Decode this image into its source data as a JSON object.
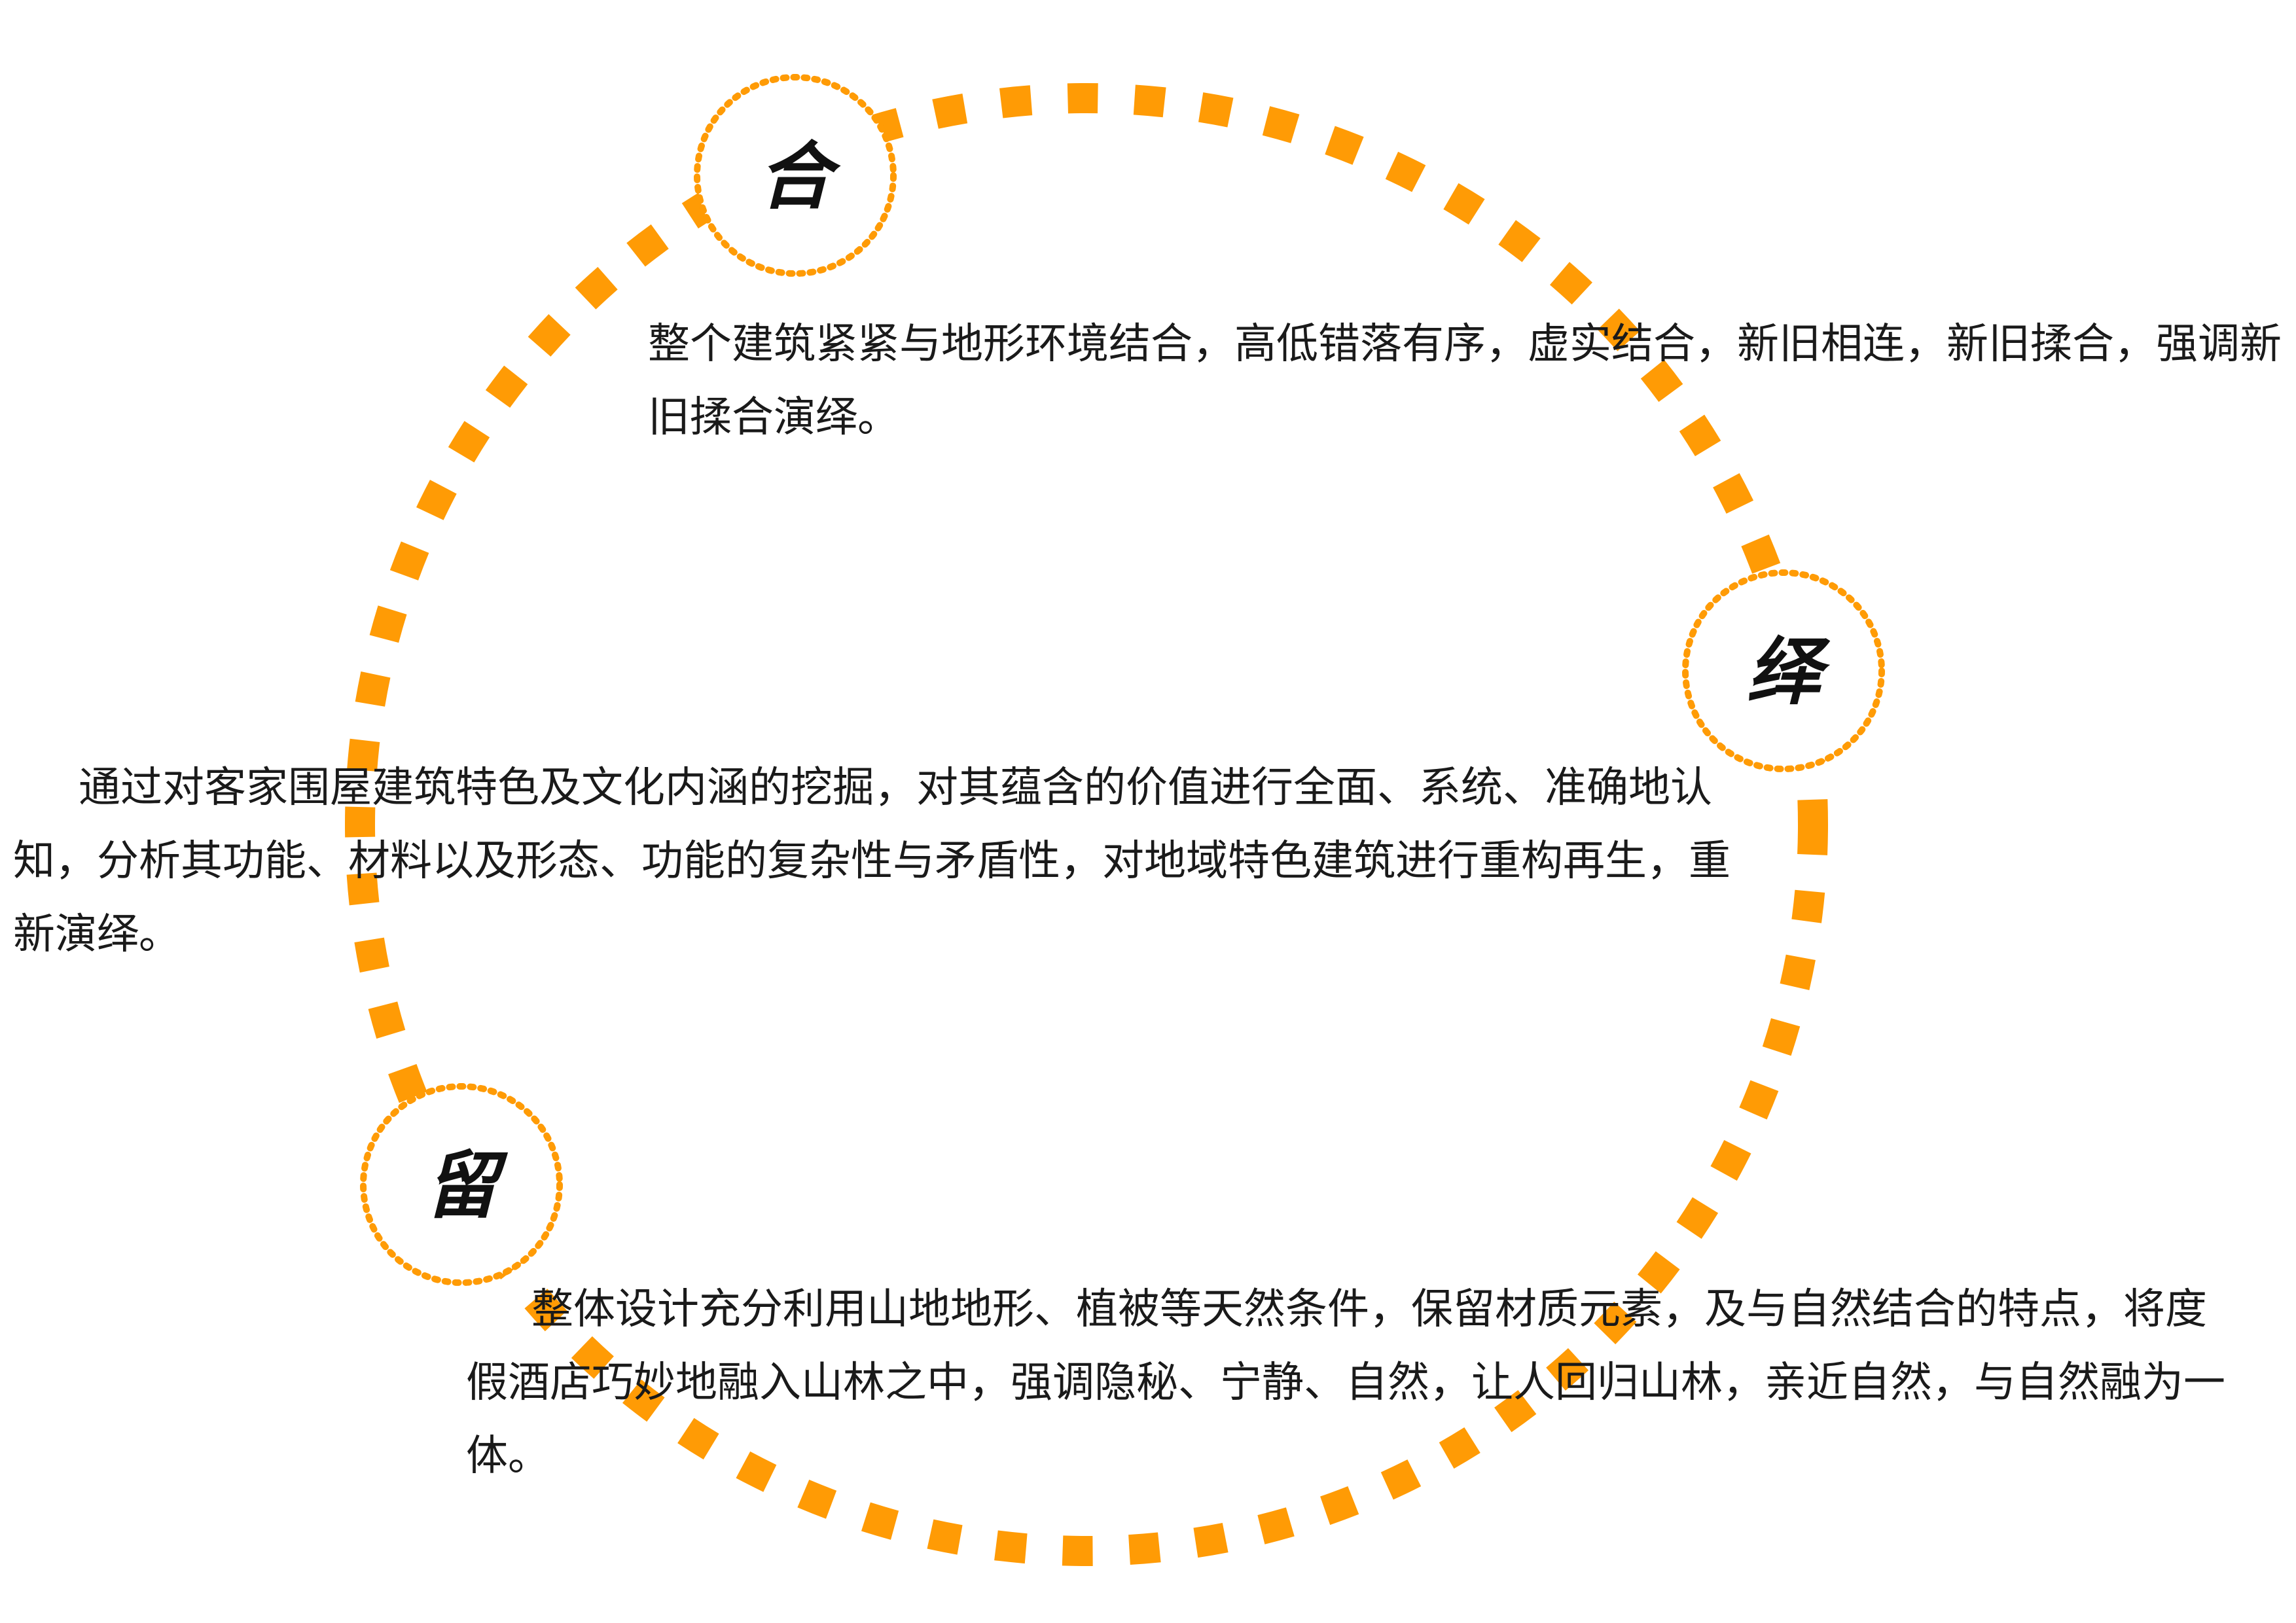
{
  "colors": {
    "ring": "#ff9b05",
    "text": "#1a1a1a",
    "node_char": "#111111",
    "background": "#ffffff"
  },
  "nodes": [
    {
      "id": "he",
      "char": "合"
    },
    {
      "id": "yi",
      "char": "绎"
    },
    {
      "id": "liu",
      "char": "留"
    }
  ],
  "paragraphs": {
    "he": "整个建筑紧紧与地形环境结合，高低错落有序，虚实结合，新旧相连，新旧揉合，强调新旧揉合演绎。",
    "yi": "通过对客家围屋建筑特色及文化内涵的挖掘，对其蕴含的价值进行全面、系统、准确地认知，分析其功能、材料以及形态、功能的复杂性与矛盾性，对地域特色建筑进行重构再生，重新演绎。",
    "liu": "整体设计充分利用山地地形、植被等天然条件，保留材质元素，及与自然结合的特点，将度假酒店巧妙地融入山林之中，强调隐秘、宁静、自然，让人回归山林，亲近自然，与自然融为一体。"
  }
}
